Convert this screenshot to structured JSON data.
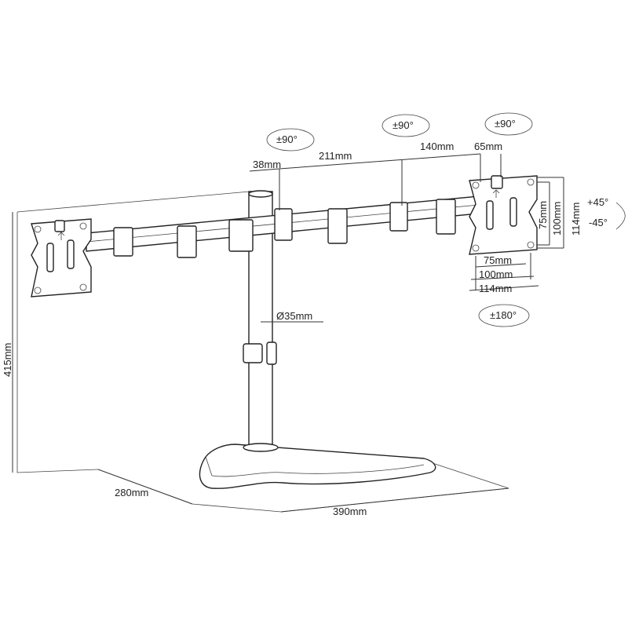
{
  "dimensions": {
    "base_depth": "280mm",
    "base_width": "390mm",
    "height": "415mm",
    "pole_diameter": "Ø35mm",
    "pole_to_joint": "38mm",
    "arm_first": "211mm",
    "arm_second": "140mm",
    "arm_end": "65mm",
    "vesa_75_h": "75mm",
    "vesa_100_h": "100mm",
    "vesa_114_h": "114mm",
    "vesa_75_w": "75mm",
    "vesa_100_w": "100mm",
    "vesa_114_w": "114mm"
  },
  "rotations": {
    "pole_swivel": "±90°",
    "arm_swivel": "±90°",
    "head_swivel": "±90°",
    "tilt_up": "+45°",
    "tilt_down": "-45°",
    "rotate": "±180°"
  },
  "icons": [
    "rotation-arrow-icon",
    "arrow-up-icon"
  ],
  "colors": {
    "line": "#222222",
    "background": "#ffffff"
  }
}
